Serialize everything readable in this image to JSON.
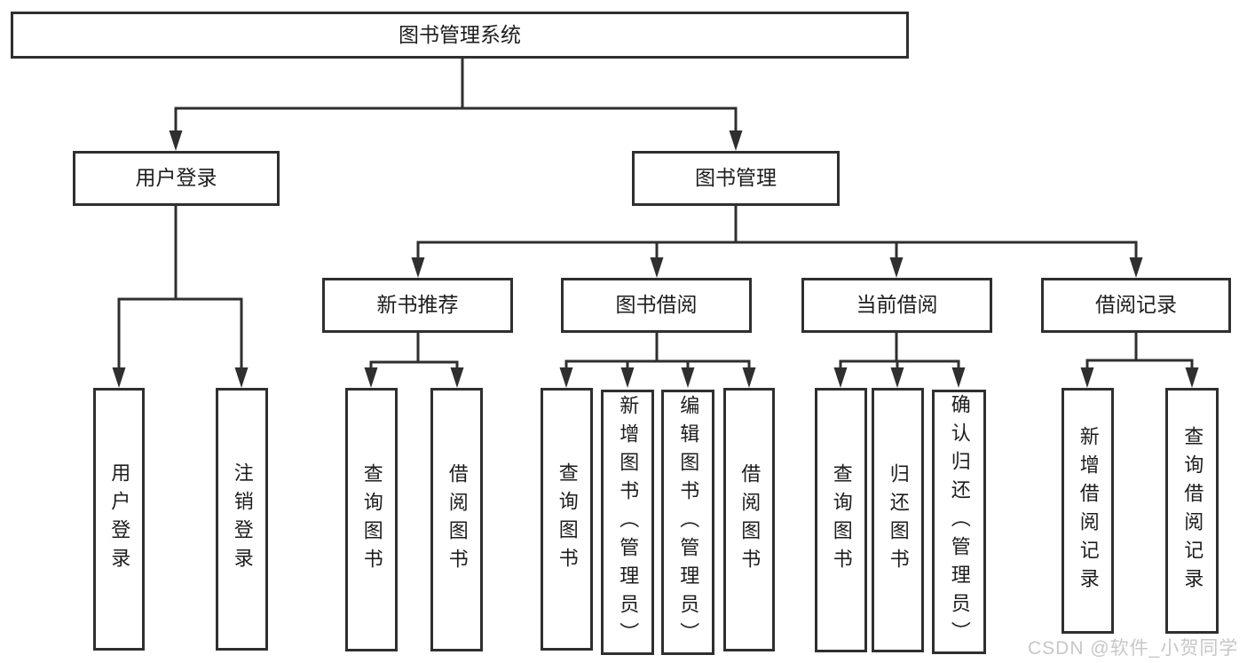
{
  "diagram": {
    "type": "tree",
    "line_color": "#2f2f2f",
    "background": "#ffffff",
    "root": {
      "label": "图书管理系统"
    },
    "branches": [
      {
        "label": "用户登录",
        "children": [
          {
            "label": "用户登录"
          },
          {
            "label": "注销登录"
          }
        ]
      },
      {
        "label": "图书管理",
        "children": [
          {
            "label": "新书推荐",
            "children": [
              {
                "label": "查询图书"
              },
              {
                "label": "借阅图书"
              }
            ]
          },
          {
            "label": "图书借阅",
            "children": [
              {
                "label": "查询图书"
              },
              {
                "label": "新增图书（管理员）"
              },
              {
                "label": "编辑图书（管理员）"
              },
              {
                "label": "借阅图书"
              }
            ]
          },
          {
            "label": "当前借阅",
            "children": [
              {
                "label": "查询图书"
              },
              {
                "label": "归还图书"
              },
              {
                "label": "确认归还（管理员）"
              }
            ]
          },
          {
            "label": "借阅记录",
            "children": [
              {
                "label": "新增借阅记录"
              },
              {
                "label": "查询借阅记录"
              }
            ]
          }
        ]
      }
    ]
  },
  "watermark": {
    "text": "CSDN @软件_小贺同学",
    "color": "#c4c4c4"
  }
}
